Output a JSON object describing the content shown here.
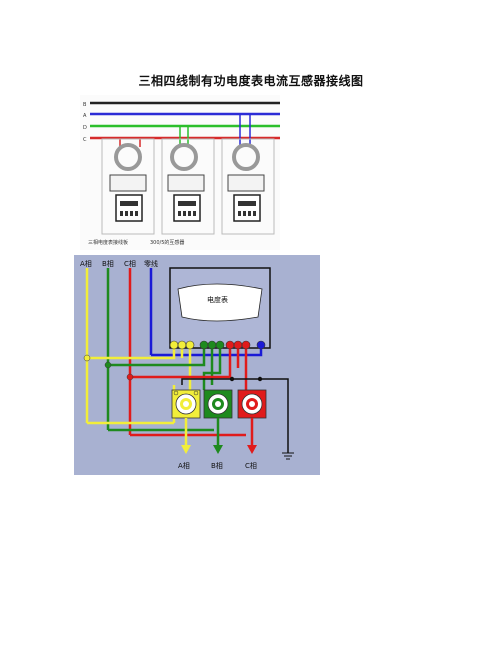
{
  "document": {
    "title": "三相四线制有功电度表电流互感器接线图"
  },
  "figure1": {
    "line_labels": [
      "B",
      "A",
      "D",
      "C"
    ],
    "caption_left": "三相电度表接线板",
    "caption_right": "300/5的互感器",
    "colors": {
      "B": "#222222",
      "A": "#2b2bd6",
      "D": "#2bbf2b",
      "C": "#d62b2b"
    }
  },
  "figure2": {
    "top_labels": [
      "A相",
      "B相",
      "C相",
      "零线"
    ],
    "meter_label": "电度表",
    "bottom_labels": [
      "A相",
      "B相",
      "C相"
    ],
    "colors": {
      "background": "#a8b1d1",
      "a_phase": "#f2ee3a",
      "b_phase": "#1e8a1e",
      "c_phase": "#e01b1b",
      "neutral": "#1a1ad6"
    }
  }
}
